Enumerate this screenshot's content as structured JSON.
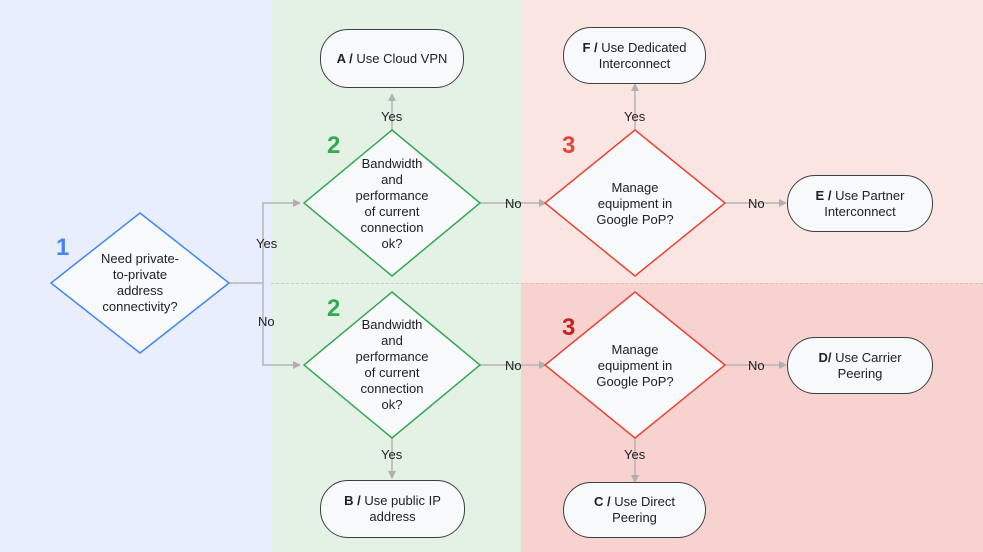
{
  "colors": {
    "blue_band": "#e8eefd",
    "green_band": "#e4f2e5",
    "red_band_top": "#fbe5e3",
    "red_band_bottom": "#f8d2cf",
    "blue_accent": "#4285f4",
    "green_accent": "#34a853",
    "red_accent": "#ea4335",
    "dark_red_accent": "#c5221f"
  },
  "step_numbers": {
    "start": "1",
    "bandwidth_top": "2",
    "bandwidth_bottom": "2",
    "equipment_top": "3",
    "equipment_bottom": "3"
  },
  "decisions": {
    "start": "Need private-\nto-private\naddress\nconnectivity?",
    "bandwidth_top": "Bandwidth\nand\nperformance\nof current\nconnection\nok?",
    "bandwidth_bottom": "Bandwidth\nand\nperformance\nof current\nconnection\nok?",
    "equipment_top": "Manage\nequipment in\nGoogle PoP?",
    "equipment_bottom": "Manage\nequipment in\nGoogle PoP?"
  },
  "outcomes": {
    "a": {
      "letter": "A /",
      "text": " Use Cloud VPN"
    },
    "b": {
      "letter": "B /",
      "text": " Use public IP address"
    },
    "c": {
      "letter": "C /",
      "text": " Use Direct Peering"
    },
    "d": {
      "letter": "D/",
      "text": " Use Carrier Peering"
    },
    "e": {
      "letter": "E /",
      "text": " Use Partner Interconnect"
    },
    "f": {
      "letter": "F /",
      "text": " Use Dedicated Interconnect"
    }
  },
  "edge_labels": {
    "start_yes": "Yes",
    "start_no": "No",
    "bw_top_yes": "Yes",
    "bw_top_no": "No",
    "bw_bottom_yes": "Yes",
    "bw_bottom_no": "No",
    "eq_top_yes": "Yes",
    "eq_top_no": "No",
    "eq_bottom_yes": "Yes",
    "eq_bottom_no": "No"
  }
}
